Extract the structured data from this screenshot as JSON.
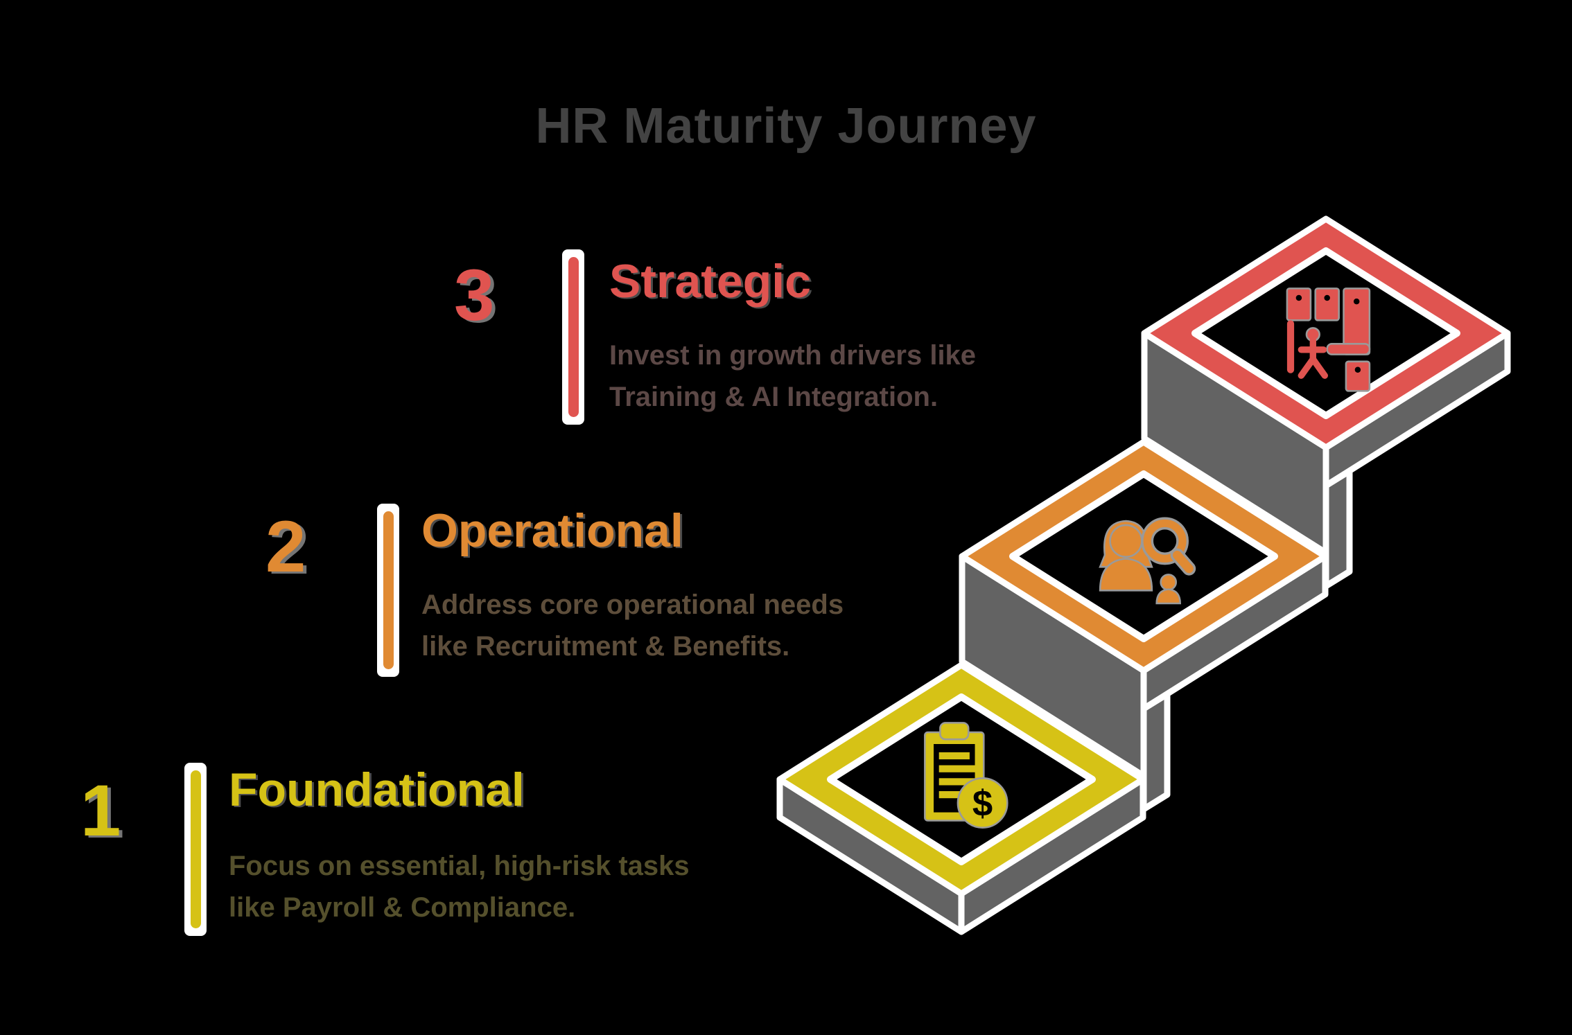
{
  "title": "HR Maturity Journey",
  "colors": {
    "background": "#000000",
    "title_text": "#434343",
    "stair_face_gray": "#636363",
    "outline_white": "#ffffff",
    "icon_outline_gray": "#9a9a9a"
  },
  "steps": [
    {
      "number": "1",
      "label": "Foundational",
      "color": "#D6C216",
      "description_text_color": "#55502C",
      "description_lines": [
        "Focus on essential, high-risk tasks",
        "like Payroll & Compliance."
      ],
      "icon": "payroll-clipboard-dollar-icon"
    },
    {
      "number": "2",
      "label": "Operational",
      "color": "#E08A33",
      "description_text_color": "#5E4E3B",
      "description_lines": [
        "Address core operational needs",
        "like Recruitment & Benefits."
      ],
      "icon": "recruitment-person-magnifier-icon"
    },
    {
      "number": "3",
      "label": "Strategic",
      "color": "#E05450",
      "description_text_color": "#5C4846",
      "description_lines": [
        "Invest in growth drivers like",
        "Training & AI Integration."
      ],
      "icon": "training-workspace-icon"
    }
  ],
  "coin_dollar_glyph": "$"
}
